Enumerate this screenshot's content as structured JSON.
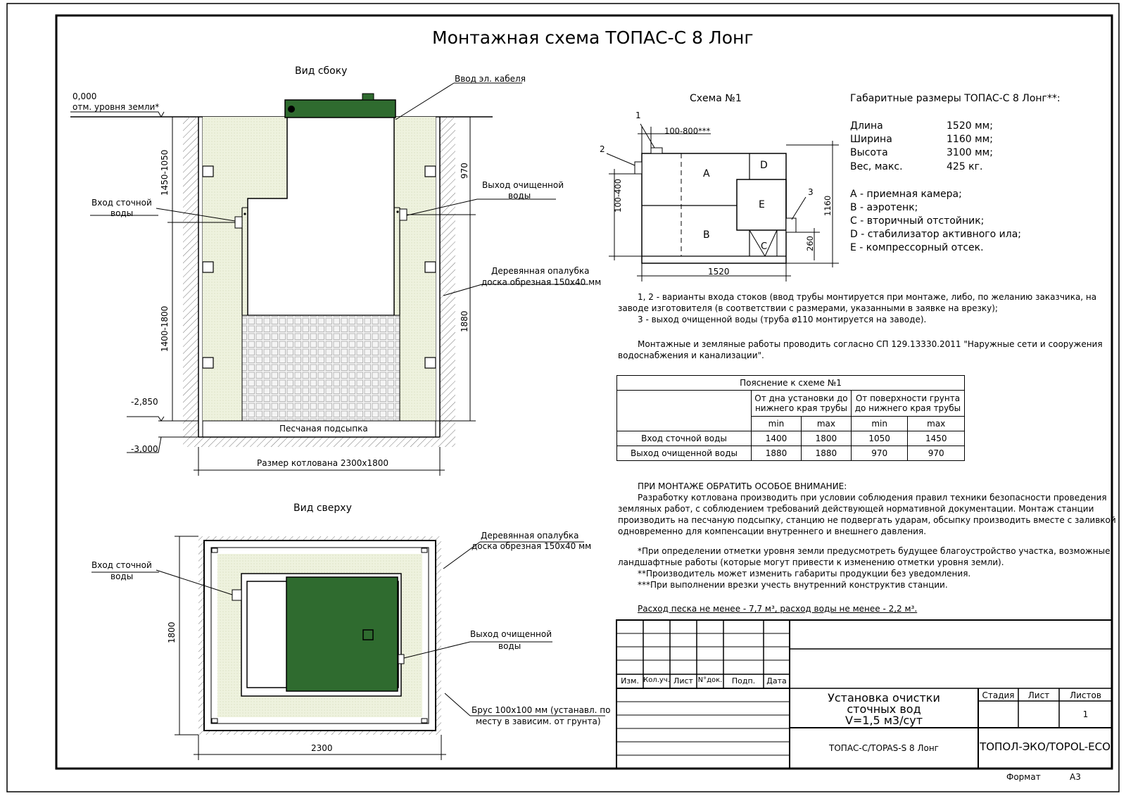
{
  "title": "Монтажная схема ТОПАС-С 8 Лонг",
  "side_view": {
    "title": "Вид сбоку",
    "level_zero": "0,000",
    "level_zero_note": "отм. уровня земли*",
    "level_bottom1": "-2,850",
    "level_bottom2": "-3,000",
    "cable_input": "Ввод эл. кабеля",
    "inlet": [
      "Вход сточной",
      "воды"
    ],
    "outlet": [
      "Выход очищенной",
      "воды"
    ],
    "formwork": [
      "Деревянная опалубка",
      "доска обрезная 150х40 мм"
    ],
    "sand": "Песчаная подсыпка",
    "pit_size": "Размер котлована 2300х1800",
    "dim_left_top": "1450-1050",
    "dim_left_bottom": "1400-1800",
    "dim_right_top": "970",
    "dim_right_bottom": "1880"
  },
  "top_view": {
    "title": "Вид сверху",
    "inlet": [
      "Вход сточной",
      "воды"
    ],
    "outlet": [
      "Выход очищенной",
      "воды"
    ],
    "formwork": [
      "Деревянная опалубка",
      "доска обрезная 150х40 мм"
    ],
    "beam": [
      "Брус 100х100 мм (устанавл. по",
      "месту в зависим. от грунта)"
    ],
    "dim_height": "1800",
    "dim_width": "2300"
  },
  "scheme1": {
    "title": "Схема №1",
    "label_1": "1",
    "label_2": "2",
    "label_3": "3",
    "dim_top": "100-800***",
    "dim_left": "100-400",
    "dim_right": "1160",
    "dim_bottom": "1520",
    "dim_260": "260",
    "zones": {
      "A": "A",
      "B": "B",
      "C": "C",
      "D": "D",
      "E": "E"
    }
  },
  "dimensions": {
    "title": "Габаритные размеры ТОПАС-С 8 Лонг**:",
    "rows": [
      {
        "name": "Длина",
        "value": "1520 мм;"
      },
      {
        "name": "Ширина",
        "value": "1160 мм;"
      },
      {
        "name": "Высота",
        "value": "3100 мм;"
      },
      {
        "name": "Вес, макс.",
        "value": "425 кг."
      }
    ],
    "legend": [
      "A - приемная камера;",
      "B - аэротенк;",
      "C - вторичный отстойник;",
      "D - стабилизатор активного ила;",
      "E - компрессорный отсек."
    ]
  },
  "notes": {
    "inputs": [
      "1, 2 - варианты входа  стоков (ввод трубы монтируется при монтаже, либо, по желанию заказчика, на",
      "заводе изготовителя (в соответствии с размерами, указанными в заявке на врезку);",
      "3 - выход очищенной воды (труба ø110 монтируется на заводе)."
    ],
    "works": [
      "Монтажные и земляные работы проводить согласно СП 129.13330.2011 \"Наружные сети и сооружения",
      "водоснабжения и канализации\"."
    ]
  },
  "table": {
    "caption": "Пояснение к схеме №1",
    "col_group1": [
      "От дна установки до",
      "нижнего края трубы"
    ],
    "col_group2": [
      "От поверхности грунта",
      "до нижнего края трубы"
    ],
    "sub": [
      "min",
      "max",
      "min",
      "max"
    ],
    "rows": [
      {
        "name": "Вход сточной воды",
        "vals": [
          "1400",
          "1800",
          "1050",
          "1450"
        ]
      },
      {
        "name": "Выход очищенной воды",
        "vals": [
          "1880",
          "1880",
          "970",
          "970"
        ]
      }
    ]
  },
  "attention": {
    "title": "ПРИ МОНТАЖЕ ОБРАТИТЬ ОСОБОЕ ВНИМАНИЕ:",
    "lines": [
      "Разработку котлована производить при условии соблюдения правил техники безопасности проведения",
      "земляных работ, с соблюдением требований действующей нормативной документации. Монтаж станции",
      "производить на песчаную подсыпку, станцию не подвергать ударам, обсыпку производить вместе с заливкой",
      "одновременно для компенсации внутреннего и внешнего давления."
    ],
    "footnotes": [
      "*При определении отметки уровня земли предусмотреть будущее благоустройство участка, возможные",
      "ландшафтные работы (которые могут привести к изменению отметки уровня земли).",
      "**Производитель может изменить габариты продукции без уведомления.",
      "***При выполнении врезки учесть внутренний конструктив станции."
    ],
    "consumption": "Расход песка не менее - 7,7 м³, расход воды не менее - 2,2 м³."
  },
  "stamp": {
    "cols": [
      "Изм.",
      "Кол.уч.",
      "Лист",
      "N°док.",
      "Подп.",
      "Дата"
    ],
    "name_lines": [
      "Установка очистки",
      "сточных вод",
      "V=1,5 м3/сут"
    ],
    "stage": "Стадия",
    "sheet": "Лист",
    "sheets": "Листов",
    "sheets_value": "1",
    "designation": "ТОПАС-С/TOPAS-S 8 Лонг",
    "company": "ТОПОЛ-ЭКО/TOPOL-ECO",
    "format_label": "Формат",
    "format_value": "А3"
  },
  "colors": {
    "tank": "#2f6b2f",
    "fill": "#eef2de",
    "line": "#000000"
  }
}
